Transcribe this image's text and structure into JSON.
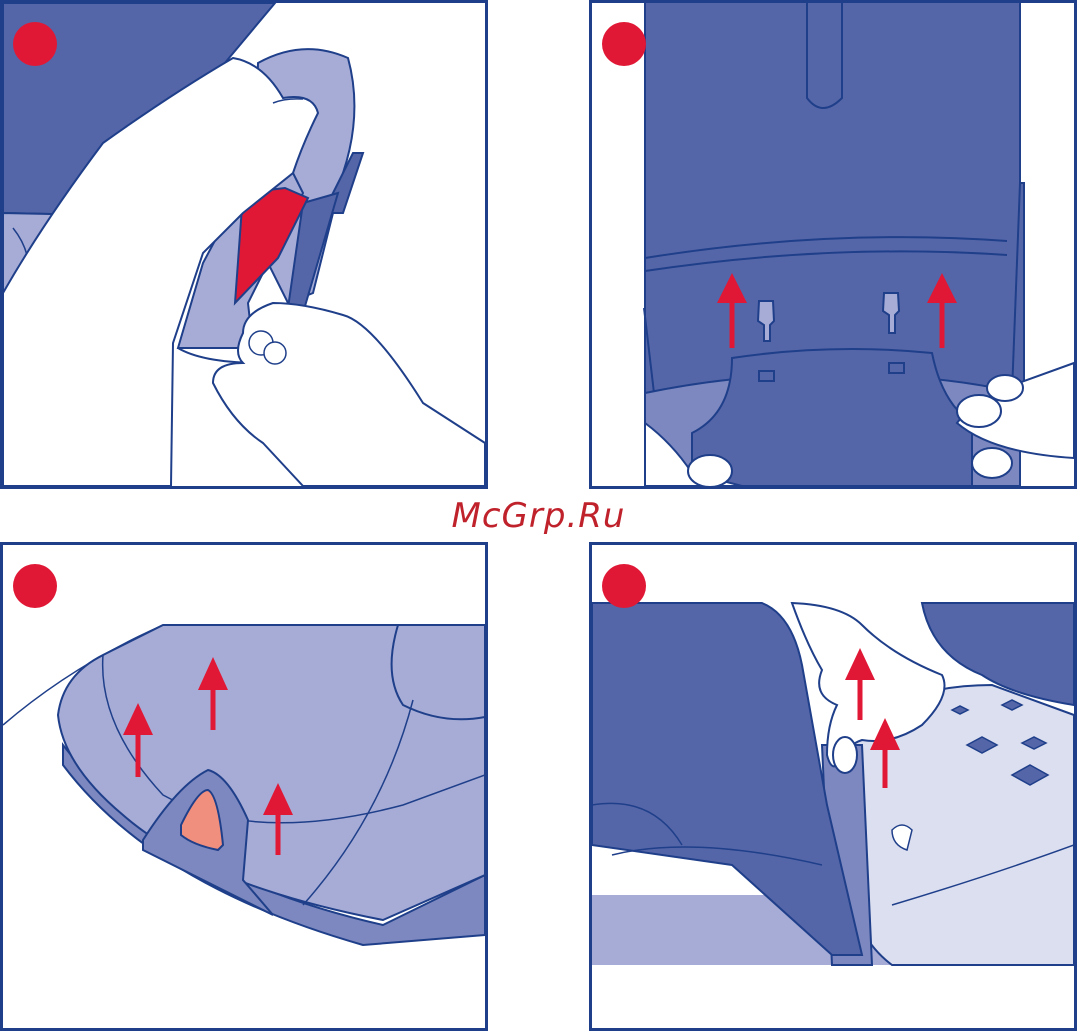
{
  "watermark": {
    "text": "McGrp.Ru"
  },
  "colors": {
    "frame": "#1f3f8a",
    "step_marker": "#e01835",
    "arrow": "#e01835",
    "watermark": "#c0222c",
    "seat_dark": "#5566a8",
    "seat_mid": "#7c88bf",
    "seat_light": "#a6acd6",
    "seat_pale": "#dcdff0",
    "release_tab": "#f08f7e"
  },
  "panels": [
    {
      "id": "step-1",
      "icons": [
        "hand-icon",
        "hand-icon",
        "lever-icon"
      ]
    },
    {
      "id": "step-2",
      "icons": [
        "hand-icon",
        "hand-icon",
        "clip-icon",
        "clip-icon",
        "arrow-up-icon",
        "arrow-up-icon"
      ]
    },
    {
      "id": "step-3",
      "icons": [
        "release-tab-icon",
        "arrow-up-icon",
        "arrow-up-icon",
        "arrow-up-icon"
      ]
    },
    {
      "id": "step-4",
      "icons": [
        "hand-icon",
        "arrow-up-icon",
        "arrow-up-icon"
      ]
    }
  ]
}
